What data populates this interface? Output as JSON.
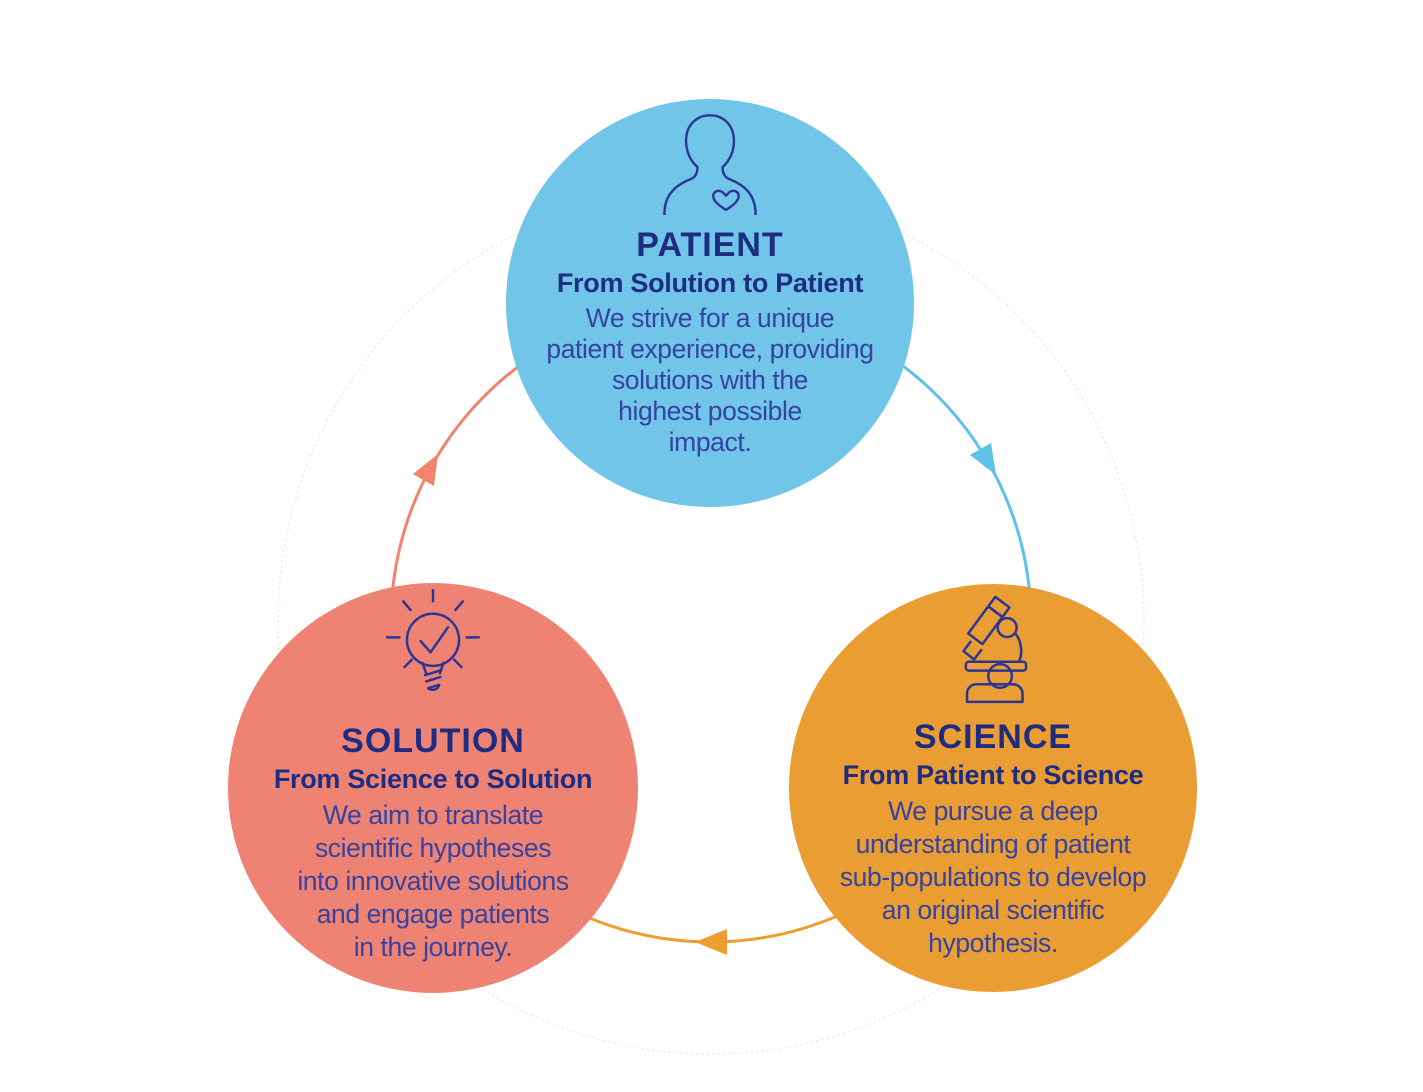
{
  "diagram": {
    "name": "patient-science-solution-cycle",
    "circles": [
      {
        "id": "patient",
        "title": "PATIENT",
        "subtitle": "From Solution to Patient",
        "body_lines": [
          "We strive for a unique",
          "patient experience, providing",
          "solutions with the",
          "highest possible",
          "impact."
        ],
        "icon": "person-heart-icon",
        "fill_color": "#71C5E8"
      },
      {
        "id": "solution",
        "title": "SOLUTION",
        "subtitle": "From Science to Solution",
        "body_lines": [
          "We aim to translate",
          "scientific hypotheses",
          "into innovative solutions",
          "and engage patients",
          "in the journey."
        ],
        "icon": "lightbulb-check-icon",
        "fill_color": "#EF8373"
      },
      {
        "id": "science",
        "title": "SCIENCE",
        "subtitle": "From Patient to Science",
        "body_lines": [
          "We pursue a deep",
          "understanding of patient",
          "sub-populations to develop",
          "an original scientific",
          "hypothesis."
        ],
        "icon": "microscope-icon",
        "fill_color": "#E99D33"
      }
    ],
    "arcs": [
      {
        "id": "solution-to-patient",
        "color": "#F3826E",
        "direction": "clockwise"
      },
      {
        "id": "patient-to-science",
        "color": "#5FC0E8",
        "direction": "clockwise"
      },
      {
        "id": "science-to-solution",
        "color": "#EE9D33",
        "direction": "clockwise"
      }
    ],
    "colors": {
      "title_text": "#1E2D82",
      "body_text": "#3643A0",
      "icon_stroke": "#2B3694",
      "outer_ring": "#F3E2E0",
      "background": "#FFFFFF"
    }
  }
}
